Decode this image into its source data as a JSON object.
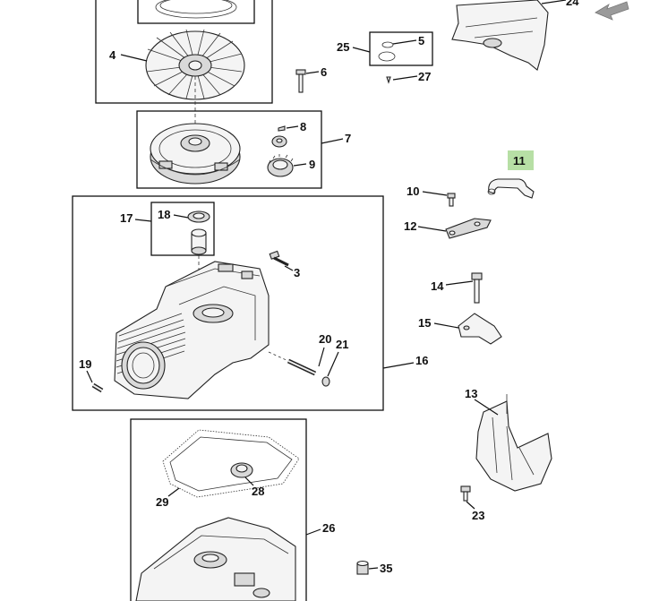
{
  "diagram": {
    "highlight_color": "#b7dfa5",
    "callouts": {
      "c3": "3",
      "c4": "4",
      "c5": "5",
      "c6": "6",
      "c7": "7",
      "c8": "8",
      "c9": "9",
      "c10": "10",
      "c11": "11",
      "c12": "12",
      "c13": "13",
      "c14": "14",
      "c15": "15",
      "c16": "16",
      "c17": "17",
      "c18": "18",
      "c19": "19",
      "c20": "20",
      "c21": "21",
      "c23": "23",
      "c24": "24",
      "c25": "25",
      "c26": "26",
      "c27": "27",
      "c28": "28",
      "c29": "29",
      "c35": "35"
    },
    "highlighted_callout": "11"
  }
}
